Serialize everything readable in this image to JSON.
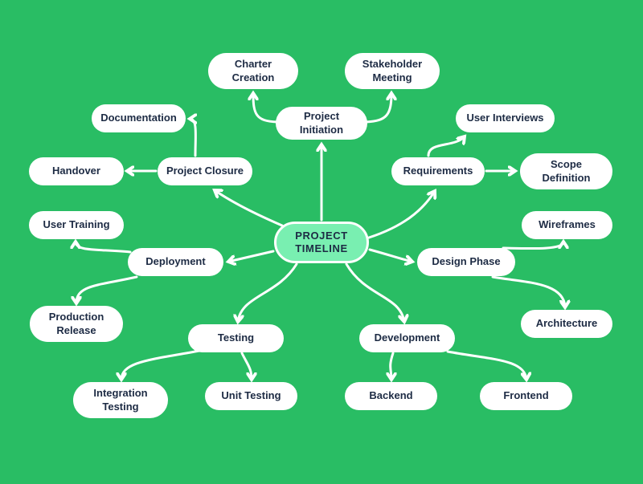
{
  "colors": {
    "background": "#29bd64",
    "node_bg": "#ffffff",
    "center_bg": "#79efb1",
    "text": "#1d2b44",
    "connector": "#ffffff"
  },
  "center": {
    "label": "PROJECT TIMELINE"
  },
  "nodes": {
    "project_initiation": {
      "label": "Project Initiation"
    },
    "charter_creation": {
      "label": "Charter Creation"
    },
    "stakeholder_meeting": {
      "label": "Stakeholder Meeting"
    },
    "requirements": {
      "label": "Requirements"
    },
    "user_interviews": {
      "label": "User Interviews"
    },
    "scope_definition": {
      "label": "Scope Definition"
    },
    "design_phase": {
      "label": "Design Phase"
    },
    "wireframes": {
      "label": "Wireframes"
    },
    "architecture": {
      "label": "Architecture"
    },
    "development": {
      "label": "Development"
    },
    "backend": {
      "label": "Backend"
    },
    "frontend": {
      "label": "Frontend"
    },
    "testing": {
      "label": "Testing"
    },
    "unit_testing": {
      "label": "Unit Testing"
    },
    "integration_testing": {
      "label": "Integration Testing"
    },
    "deployment": {
      "label": "Deployment"
    },
    "user_training": {
      "label": "User Training"
    },
    "production_release": {
      "label": "Production Release"
    },
    "project_closure": {
      "label": "Project Closure"
    },
    "documentation": {
      "label": "Documentation"
    },
    "handover": {
      "label": "Handover"
    }
  }
}
